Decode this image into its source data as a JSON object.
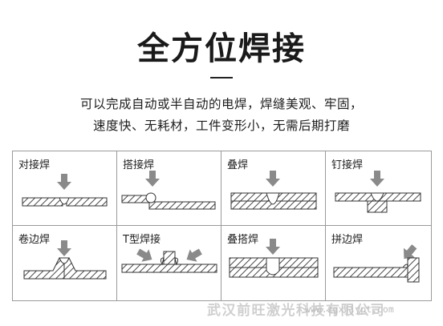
{
  "title": "全方位焊接",
  "description": {
    "line1": "可以完成自动或半自动的电焊，焊缝美观、牢固，",
    "line2": "速度快、无耗材，工件变形小，无需后期打磨"
  },
  "weld_types": [
    {
      "label": "对接焊",
      "icon": "butt-weld-diagram"
    },
    {
      "label": "搭接焊",
      "icon": "lap-weld-diagram"
    },
    {
      "label": "叠焊",
      "icon": "stack-weld-diagram"
    },
    {
      "label": "钉接焊",
      "icon": "nail-weld-diagram"
    },
    {
      "label": "卷边焊",
      "icon": "flange-weld-diagram"
    },
    {
      "label": "T型焊接",
      "icon": "t-weld-diagram"
    },
    {
      "label": "叠搭焊",
      "icon": "stack-lap-weld-diagram"
    },
    {
      "label": "拼边焊",
      "icon": "edge-weld-diagram"
    }
  ],
  "watermark": "武汉前旺激光科技有限公司",
  "url": "www.zgxjjypt.com",
  "colors": {
    "arrow": "#8a8a8a",
    "hatch": "#444444",
    "border": "#9a9a9a"
  }
}
